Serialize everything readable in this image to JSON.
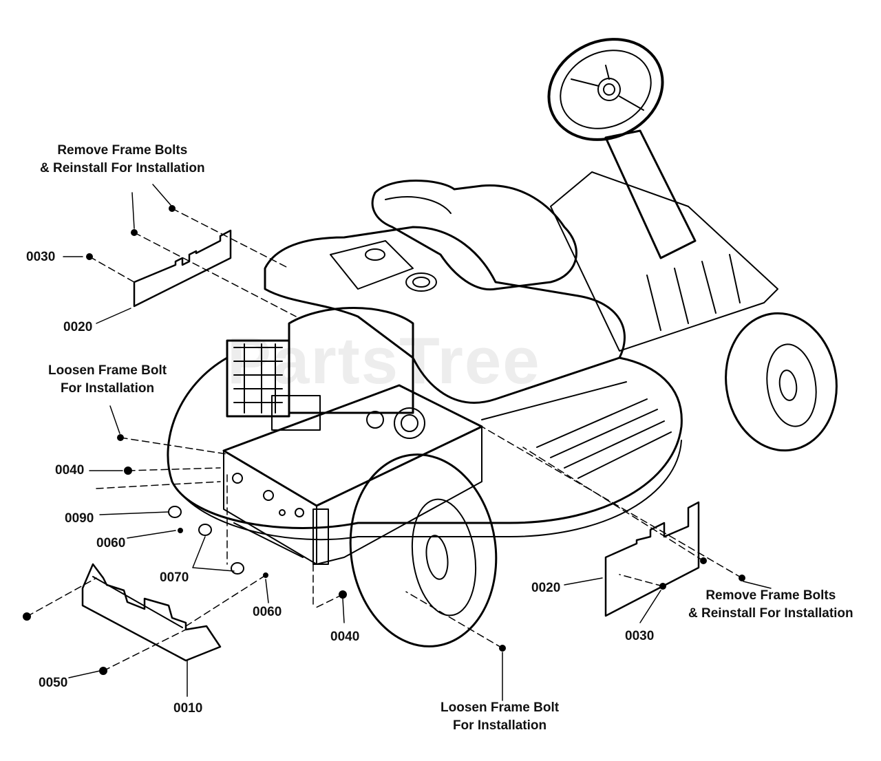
{
  "diagram": {
    "watermark": "PartsTree",
    "notes": {
      "top_left": {
        "line1": "Remove Frame Bolts",
        "line2": "& Reinstall For Installation"
      },
      "mid_left": {
        "line1": "Loosen Frame Bolt",
        "line2": "For Installation"
      },
      "bottom_right": {
        "line1": "Remove Frame Bolts",
        "line2": "& Reinstall For Installation"
      },
      "bottom_center": {
        "line1": "Loosen Frame Bolt",
        "line2": "For Installation"
      }
    },
    "callouts": {
      "p0030_left": "0030",
      "p0020_left": "0020",
      "p0040_left": "0040",
      "p0090": "0090",
      "p0060_left": "0060",
      "p0070": "0070",
      "p0060_right": "0060",
      "p0040_bottom": "0040",
      "p0050": "0050",
      "p0010": "0010",
      "p0020_right": "0020",
      "p0030_right": "0030"
    }
  }
}
